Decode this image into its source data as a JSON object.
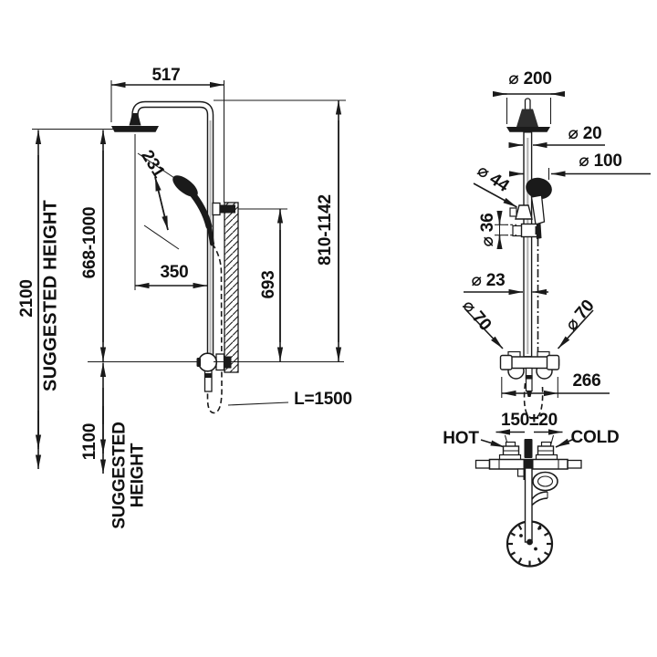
{
  "page": {
    "background": "#ffffff",
    "line_color": "#1a1a1a",
    "drawing_type": "shower column dimensional drawing"
  },
  "front_view": {
    "dim_arm_projection": "517",
    "dim_suggested_height_head": "2100",
    "text_suggested_height_head": "SUGGESTED HEIGHT",
    "dim_head_to_valve_range": "668-1000",
    "dim_handshower_length": "231",
    "dim_head_to_column": "350",
    "dim_bracket_to_valve": "693",
    "dim_column_height_range": "810-1142",
    "dim_suggested_height_valve": "1100",
    "text_suggested_height_valve": "SUGGESTED HEIGHT",
    "label_hose_length": "L=1500"
  },
  "side_view": {
    "dim_head_diameter": "⌀ 200",
    "dim_pipe_upper_diameter": "⌀ 20",
    "dim_handshower_diameter": "⌀ 100",
    "dim_holder_diameter": "⌀ 44",
    "dim_slider_diameter": "⌀ 36",
    "dim_pipe_lower_diameter": "⌀ 23",
    "dim_trim_diameter_left": "⌀ 70",
    "dim_trim_diameter_right": "⌀ 70",
    "dim_valve_width": "266",
    "dim_inlet_spacing": "150±20",
    "label_hot": "HOT",
    "label_cold": "COLD"
  }
}
